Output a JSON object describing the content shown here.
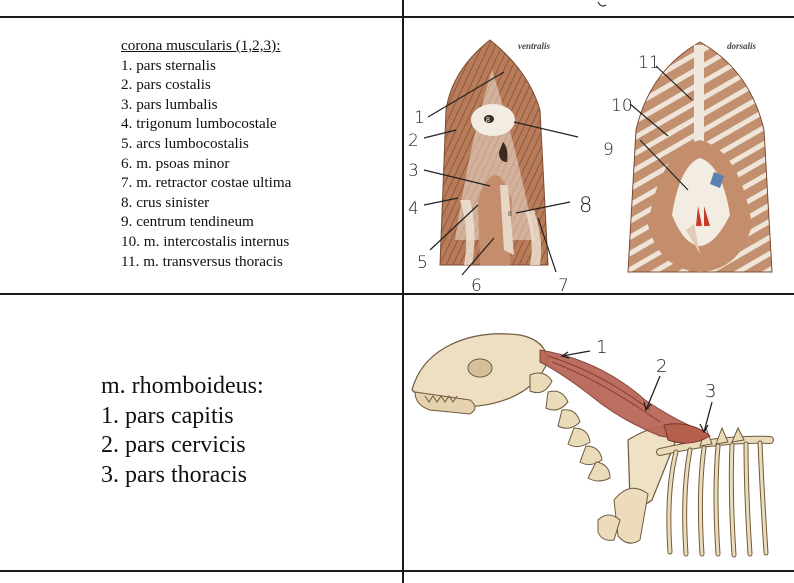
{
  "top_cell_residue": "",
  "row1": {
    "list": {
      "title": "corona muscularis (1,2,3):",
      "items": [
        "1. pars sternalis",
        "2. pars costalis",
        "3. pars lumbalis",
        "4. trigonum lumbocostale",
        "5. arcs lumbocostalis",
        "6. m. psoas minor",
        "7. m. retractor costae ultima",
        "8. crus sinister",
        "9. centrum tendineum",
        "10. m. intercostalis internus",
        "11. m. transversus thoracis"
      ]
    },
    "figure": {
      "left_panel_label": "ventralis",
      "right_panel_label": "dorsalis",
      "left_numbers": [
        "1",
        "2",
        "3",
        "4",
        "5",
        "6",
        "7",
        "8"
      ],
      "right_numbers": [
        "9",
        "10",
        "11"
      ],
      "inset_numbers": [
        "8",
        "8"
      ]
    }
  },
  "row2": {
    "list": {
      "title": "m. rhomboideus:",
      "items": [
        "1. pars capitis",
        "2. pars cervicis",
        "3. pars thoracis"
      ]
    },
    "figure": {
      "numbers": [
        "1",
        "2",
        "3"
      ]
    }
  }
}
